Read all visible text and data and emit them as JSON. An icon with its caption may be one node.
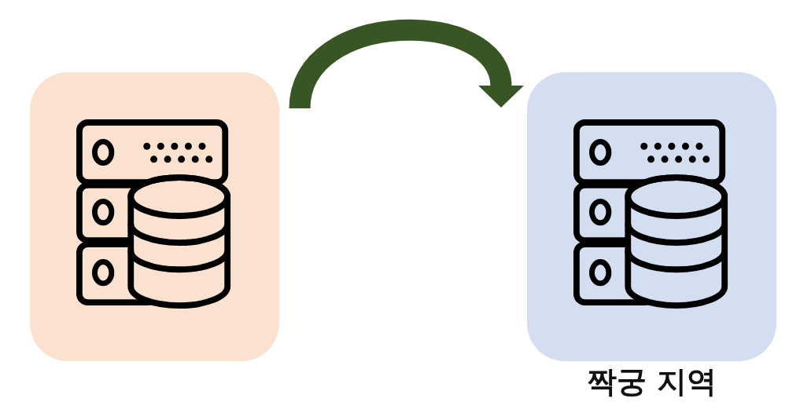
{
  "diagram": {
    "nodes": [
      {
        "text": [],
        "shape": "picture"
      },
      {
        "text": [],
        "shape": "picture",
        "beside": [
          "짝궁 지역"
        ]
      }
    ],
    "edges": [
      {
        "from": 0,
        "to": 1,
        "arrow": "to",
        "color": "#375623"
      }
    ]
  }
}
